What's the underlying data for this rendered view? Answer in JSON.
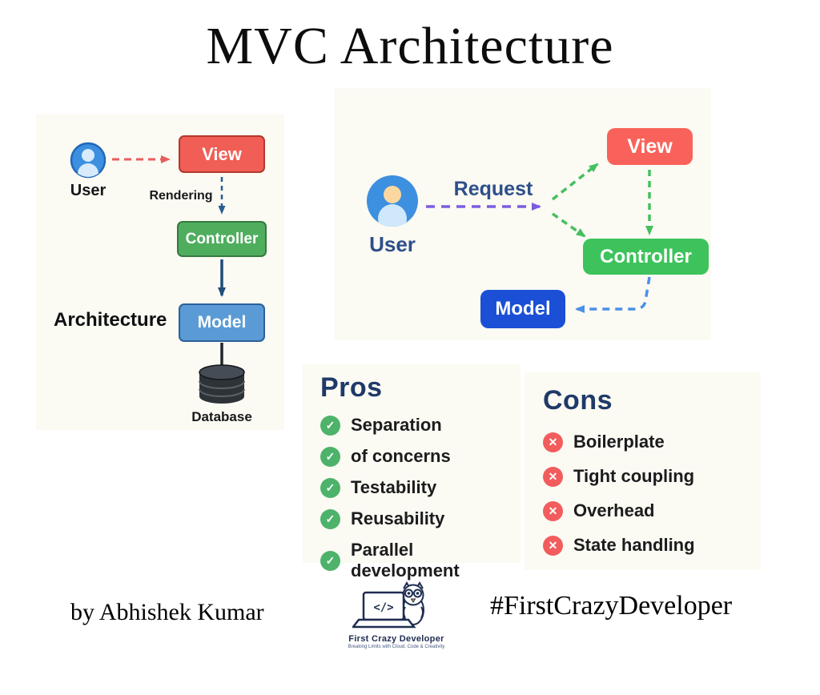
{
  "title": "MVC Architecture",
  "left_diagram": {
    "user_label": "User",
    "rendering_label": "Rendering",
    "architecture_label": "Architecture",
    "view_label": "View",
    "controller_label": "Controller",
    "model_label": "Model",
    "database_label": "Database"
  },
  "right_diagram": {
    "user_label": "User",
    "request_label": "Request",
    "view_label": "View",
    "controller_label": "Controller",
    "model_label": "Model"
  },
  "pros": {
    "heading": "Pros",
    "check_glyph": "✓",
    "items": [
      "Separation",
      "of concerns",
      "Testability",
      "Reusability",
      "Parallel development"
    ]
  },
  "cons": {
    "heading": "Cons",
    "cross_glyph": "✕",
    "items": [
      "Boilerplate",
      "Tight coupling",
      "Overhead",
      "State handling"
    ]
  },
  "footer": {
    "byline": "by Abhishek Kumar",
    "hashtag": "#FirstCrazyDeveloper",
    "logo": {
      "code_glyph": "</>",
      "title": "First Crazy Developer",
      "tagline": "Breaking Limits with Cloud, Code & Creativity"
    }
  },
  "colors": {
    "left_view_red": "#f15e55",
    "left_controller_green": "#4fae5e",
    "left_model_blue": "#5b9bd5",
    "right_view_red": "#f9625a",
    "right_controller_green": "#3ec35c",
    "right_model_blue": "#1b4fd6",
    "heading_navy": "#1f3a68",
    "check_green": "#4db36a",
    "cross_red": "#f25c5c",
    "request_purple": "#7b5ce0",
    "panel_cream": "#fbfaf3"
  }
}
